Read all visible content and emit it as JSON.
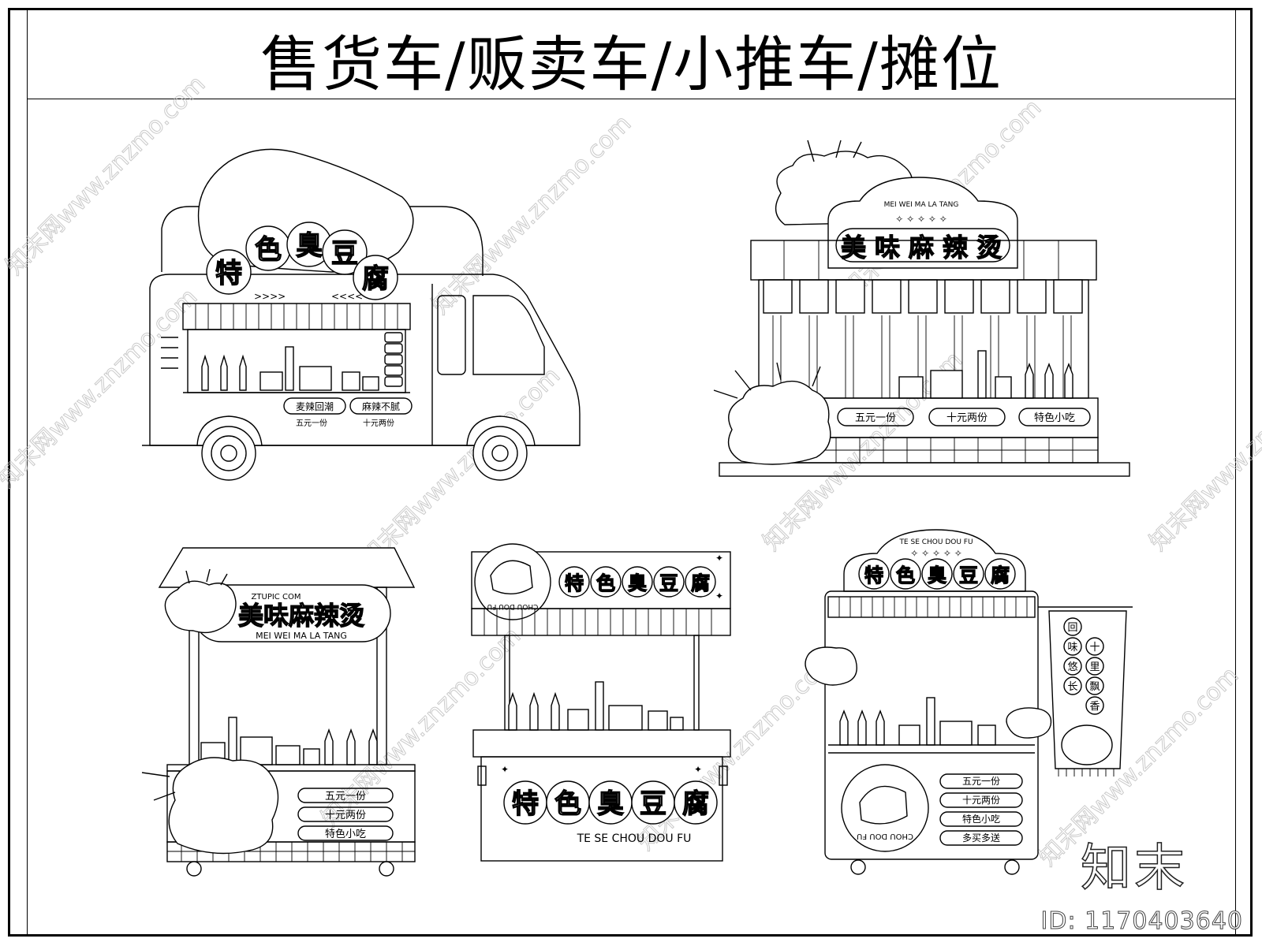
{
  "page": {
    "title": "售货车/贩卖车/小推车/摊位"
  },
  "watermark": {
    "text": "知末网www.znzmo.com",
    "brand": "知末",
    "id_label": "ID: 1170403640"
  },
  "food_truck": {
    "sign_chars": [
      "特",
      "色",
      "臭",
      "豆",
      "腐"
    ],
    "board_line1": [
      "麦辣回潮",
      "麻辣不腻"
    ],
    "board_line2": [
      "五元一份",
      "十元两份"
    ]
  },
  "stall_malatang": {
    "pinyin": "MEI WEI MA LA TANG",
    "sign_chars": [
      "美",
      "味",
      "麻",
      "辣",
      "烫"
    ],
    "price_tags": [
      "五元一份",
      "十元两份",
      "特色小吃"
    ]
  },
  "cart_malatang": {
    "subtitle": "ZTUPIC COM",
    "sign": "美味麻辣烫",
    "pinyin": "MEI WEI MA LA TANG",
    "price_tags": [
      "五元一份",
      "十元两份",
      "特色小吃"
    ]
  },
  "cart_doufu_mid": {
    "badge_text": "CHOU DOU FU",
    "sign_chars": [
      "特",
      "色",
      "臭",
      "豆",
      "腐"
    ],
    "pinyin": "TE SE CHOU DOU FU"
  },
  "cart_doufu_right": {
    "arch_pinyin": "TE SE CHOU DOU FU",
    "sign_chars": [
      "特",
      "色",
      "臭",
      "豆",
      "腐"
    ],
    "badge_text": "CHOU DOU FU",
    "menu_items": [
      "五元一份",
      "十元两份",
      "特色小吃",
      "多买多送"
    ],
    "side_left": [
      "回",
      "味",
      "悠",
      "长"
    ],
    "side_right": [
      "十",
      "里",
      "飘",
      "香"
    ]
  }
}
